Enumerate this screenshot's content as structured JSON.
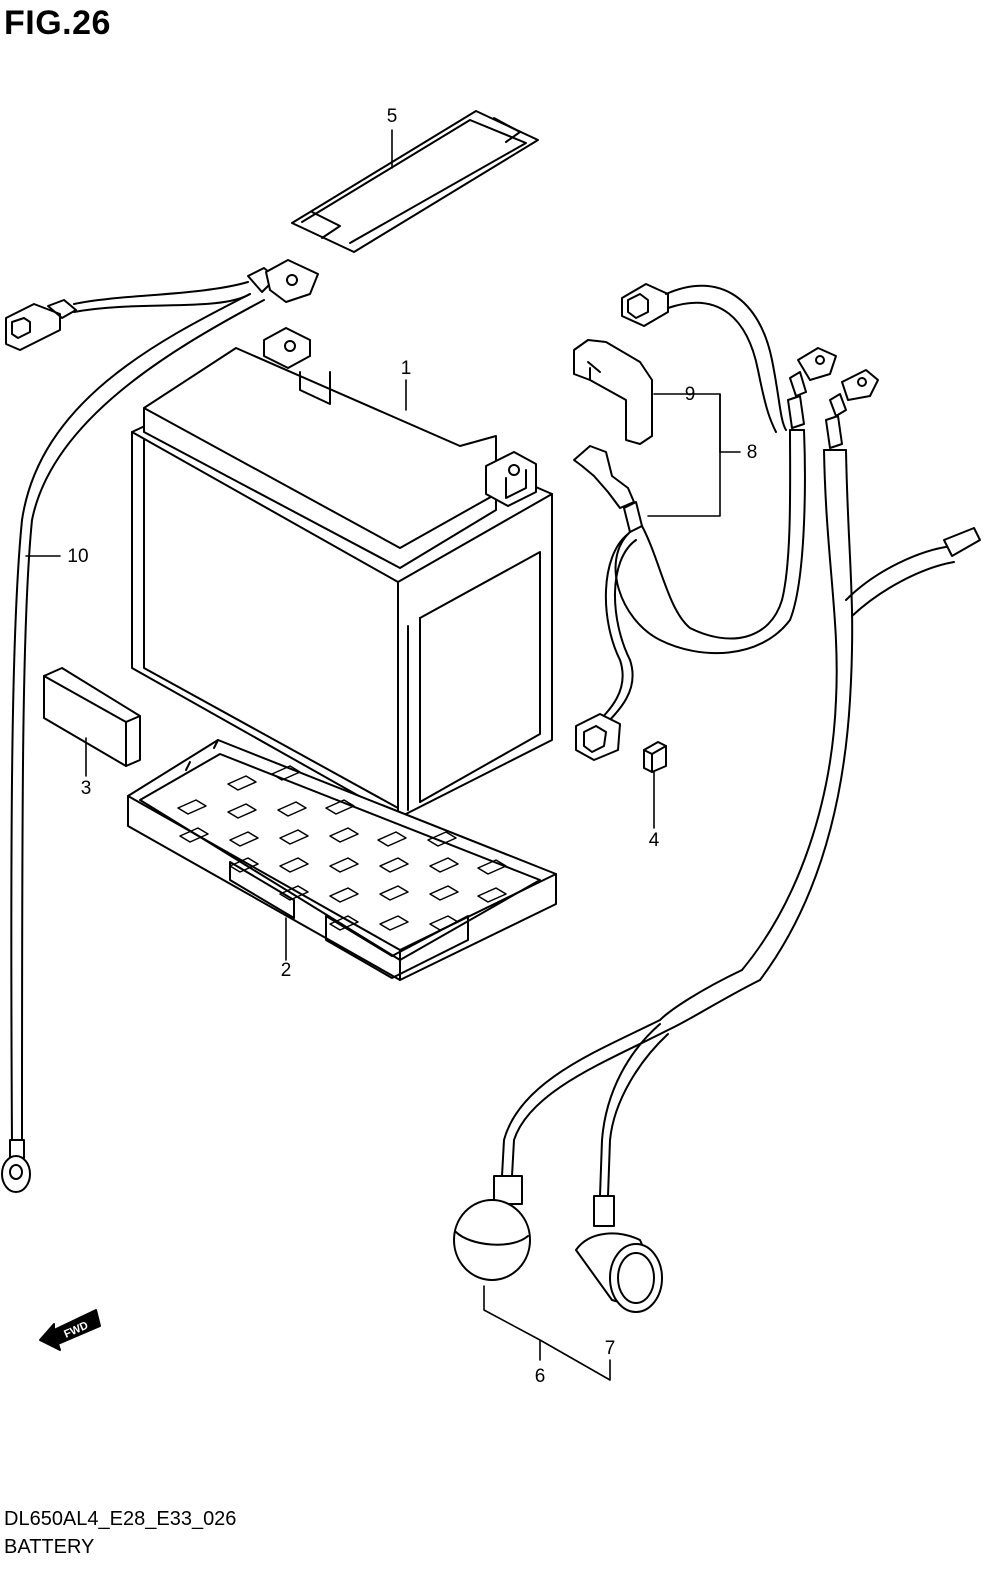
{
  "figure": {
    "title": "FIG.26",
    "code": "DL650AL4_E28_E33_026",
    "name": "BATTERY"
  },
  "callouts": {
    "c1": "1",
    "c2": "2",
    "c3": "3",
    "c4": "4",
    "c5": "5",
    "c6": "6",
    "c7": "7",
    "c8": "8",
    "c9": "9",
    "c10": "10"
  },
  "direction": {
    "label": "FWD",
    "icon": "forward-arrow-icon"
  },
  "colors": {
    "line": "#000000",
    "background": "#ffffff"
  }
}
